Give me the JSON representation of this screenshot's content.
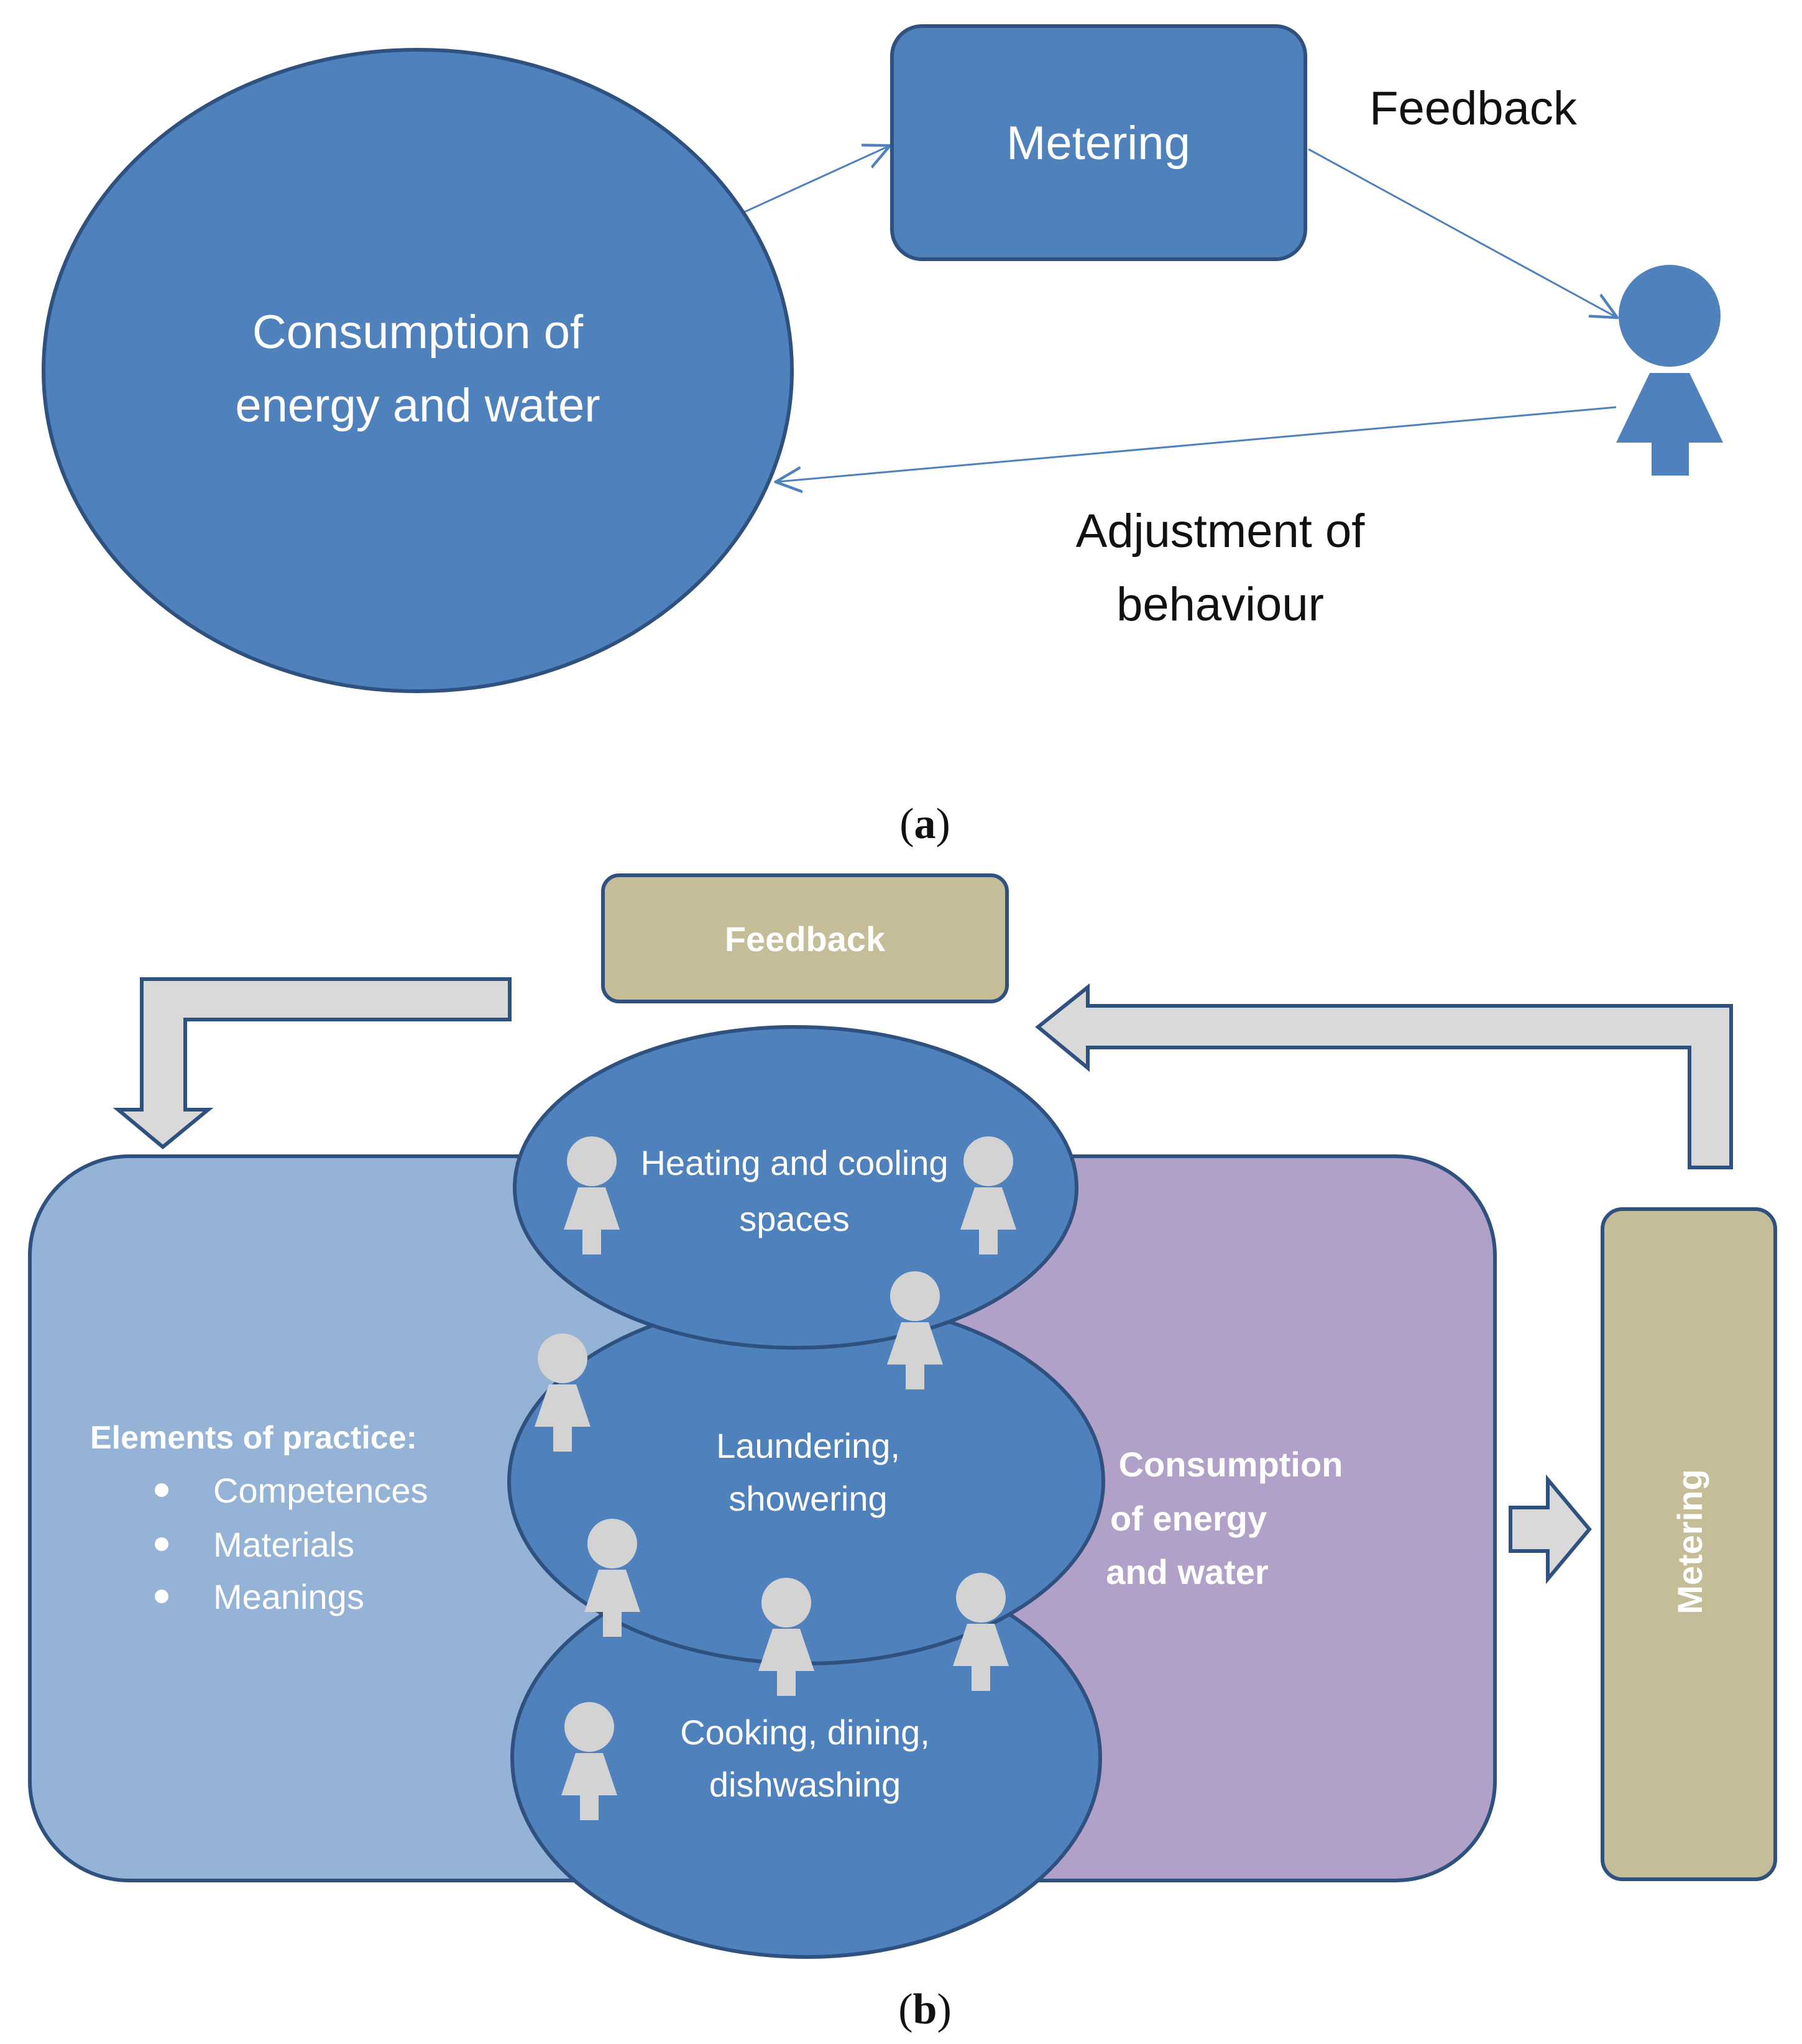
{
  "panel_a": {
    "consumption_line1": "Consumption of",
    "consumption_line2": "energy and water",
    "metering": "Metering",
    "feedback": "Feedback",
    "adjustment_line1": "Adjustment of",
    "adjustment_line2": "behaviour",
    "caption_open": "(",
    "caption_letter": "a",
    "caption_close": ")"
  },
  "panel_b": {
    "feedback": "Feedback",
    "metering": "Metering",
    "elements_title": "Elements of practice:",
    "elements": [
      "Competences",
      "Materials",
      "Meanings"
    ],
    "consumption_line1": "Consumption",
    "consumption_line2": "of energy",
    "consumption_line3": "and water",
    "practice_heating_line1": "Heating and cooling",
    "practice_heating_line2": "spaces",
    "practice_laundering_line1": "Laundering,",
    "practice_laundering_line2": "showering",
    "practice_cooking_line1": "Cooking, dining,",
    "practice_cooking_line2": "dishwashing",
    "caption_open": "(",
    "caption_letter": "b",
    "caption_close": ")"
  },
  "colors": {
    "blue_fill": "#4f81bd",
    "blue_stroke": "#2f5180",
    "light_blue": "#95b3d7",
    "purple": "#b1a0c7",
    "khaki": "#c4bd97",
    "arrow_gray": "#d9d9d9",
    "person_gray": "#d3d3d3"
  }
}
